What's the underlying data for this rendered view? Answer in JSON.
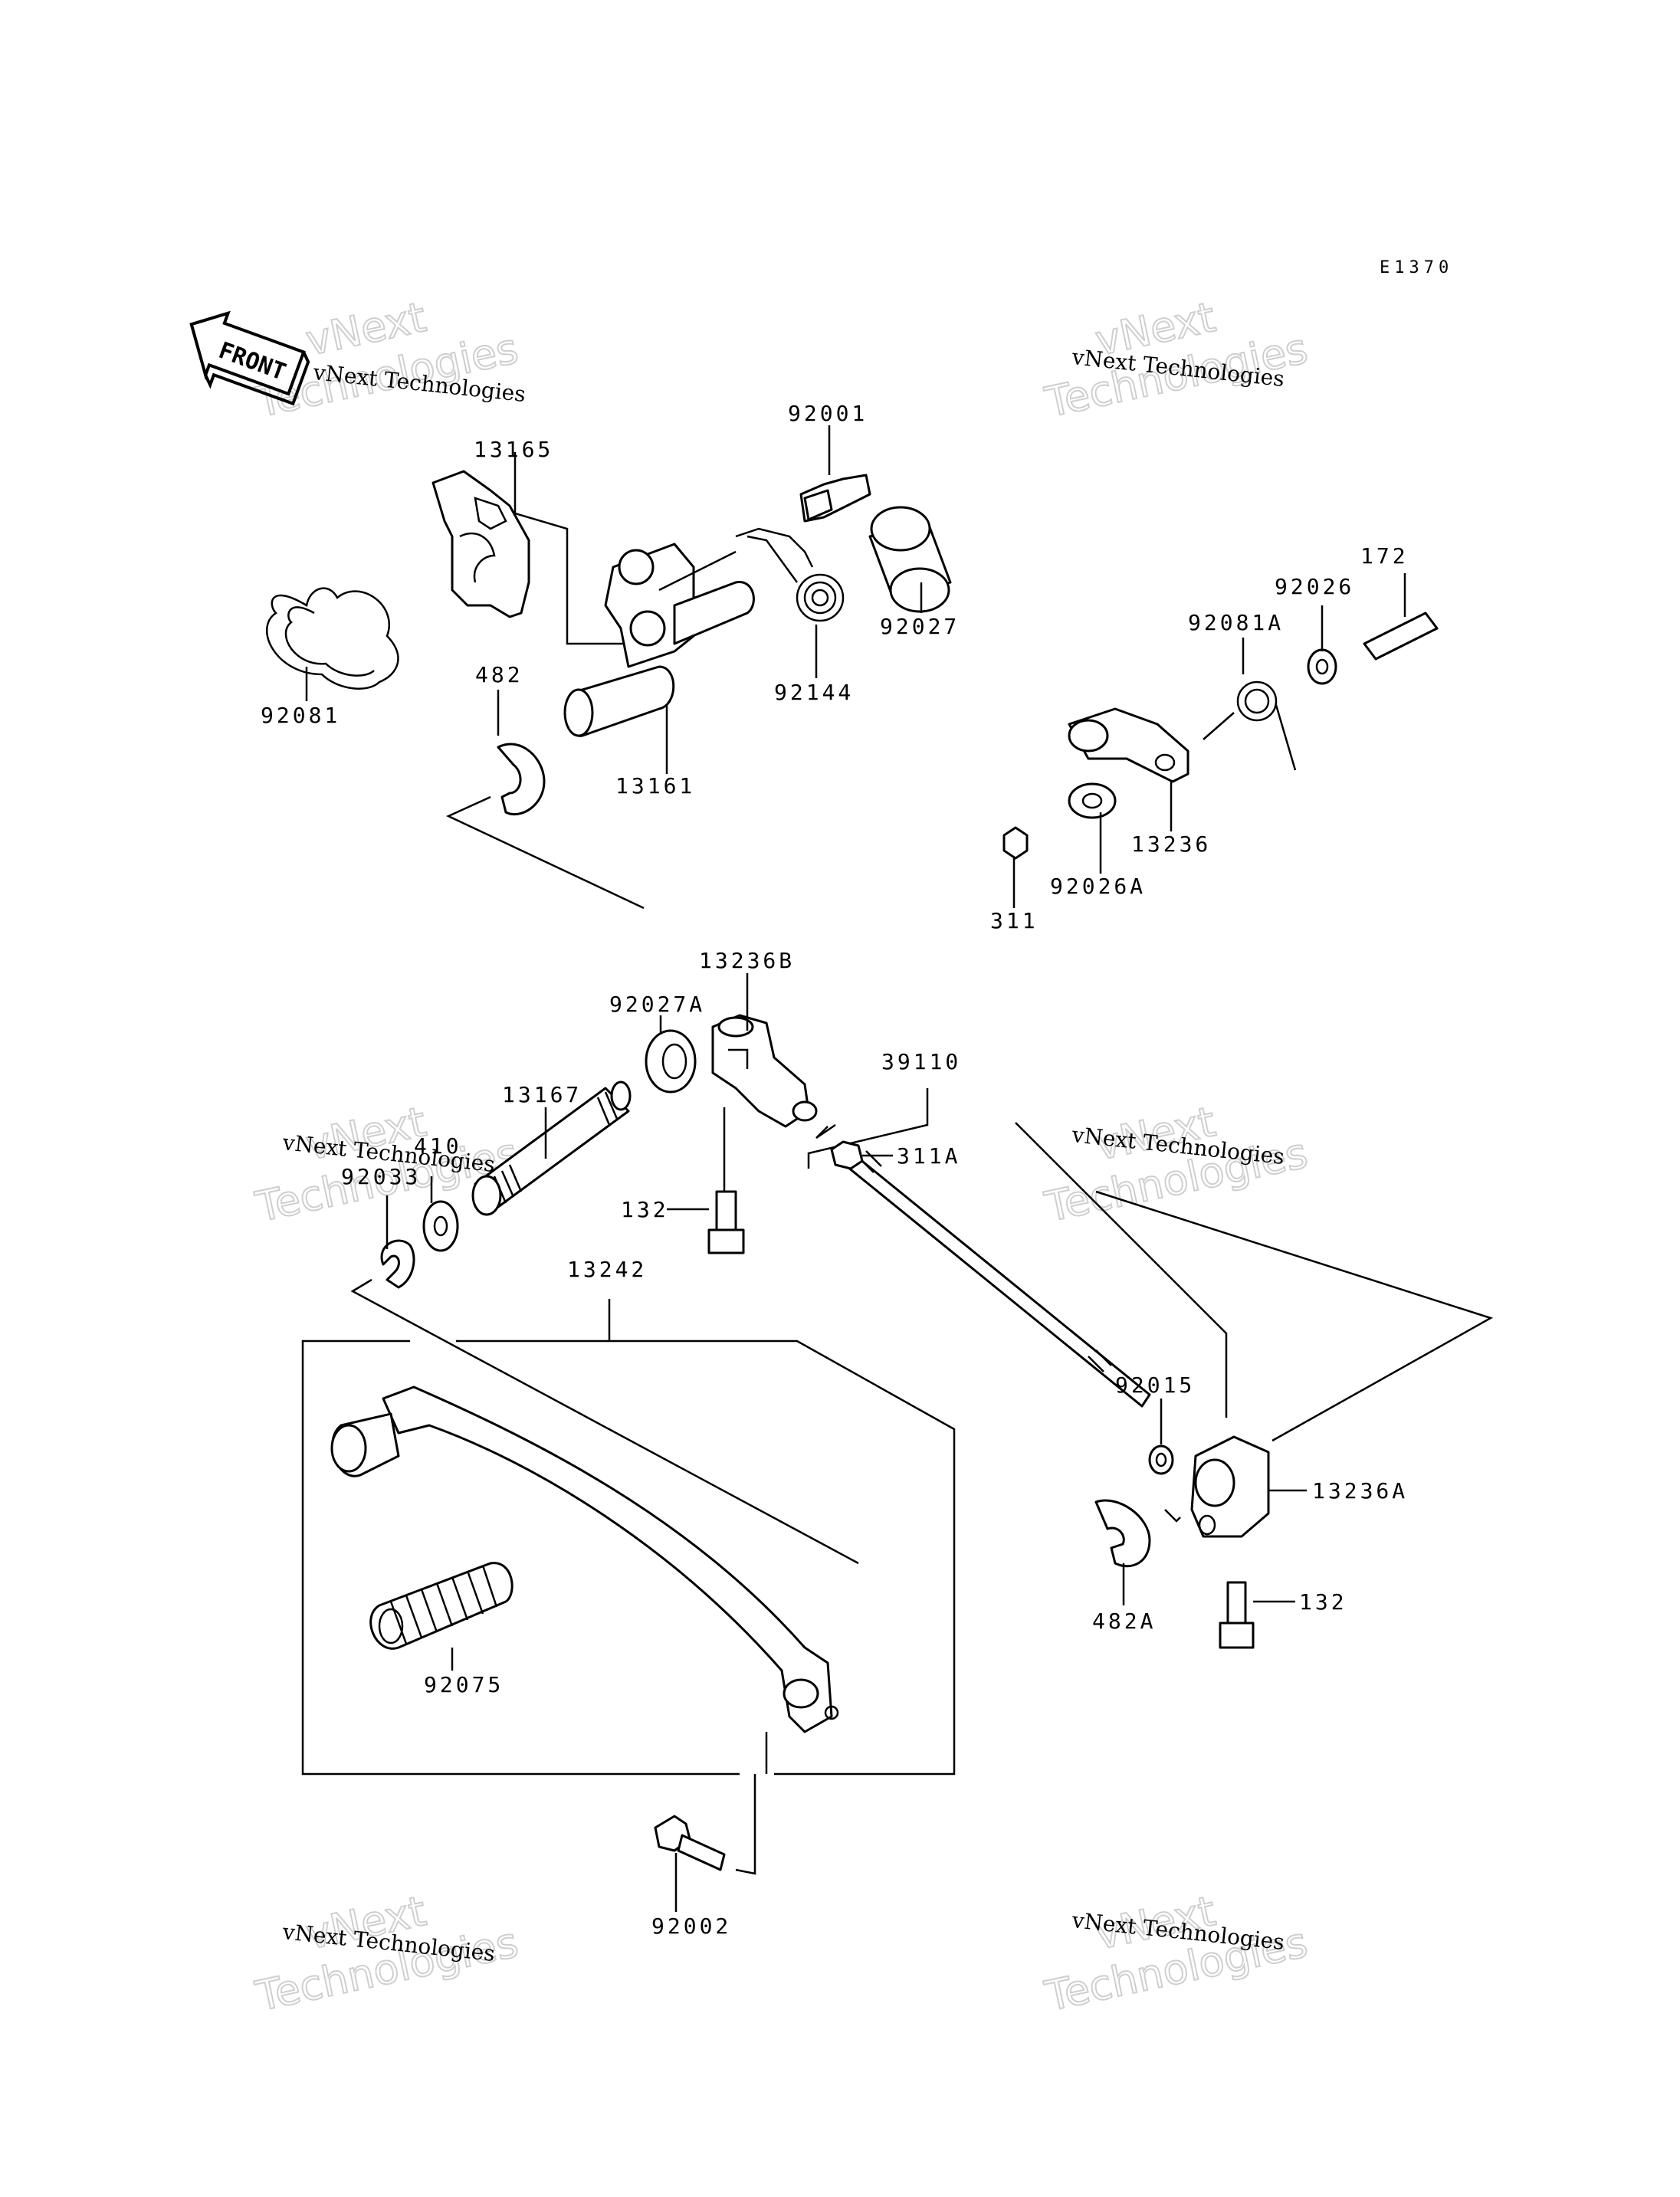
{
  "diagram_code": "E1370",
  "front_label": "FRONT",
  "watermark": {
    "line1": "vNext",
    "line2": "Technologies",
    "small": "vNext Technologies"
  },
  "parts": [
    {
      "id": "p13165",
      "label": "13165"
    },
    {
      "id": "p92001",
      "label": "92001"
    },
    {
      "id": "p92027",
      "label": "92027"
    },
    {
      "id": "p92144",
      "label": "92144"
    },
    {
      "id": "p92081",
      "label": "92081"
    },
    {
      "id": "p482",
      "label": "482"
    },
    {
      "id": "p13161",
      "label": "13161"
    },
    {
      "id": "p172",
      "label": "172"
    },
    {
      "id": "p92026",
      "label": "92026"
    },
    {
      "id": "p92081A",
      "label": "92081A"
    },
    {
      "id": "p13236",
      "label": "13236"
    },
    {
      "id": "p92026A",
      "label": "92026A"
    },
    {
      "id": "p311",
      "label": "311"
    },
    {
      "id": "p13236B",
      "label": "13236B"
    },
    {
      "id": "p92027A",
      "label": "92027A"
    },
    {
      "id": "p39110",
      "label": "39110"
    },
    {
      "id": "p13167",
      "label": "13167"
    },
    {
      "id": "p311A",
      "label": "311A"
    },
    {
      "id": "p410",
      "label": "410"
    },
    {
      "id": "p92033",
      "label": "92033"
    },
    {
      "id": "p132a",
      "label": "132"
    },
    {
      "id": "p13242",
      "label": "13242"
    },
    {
      "id": "p92015",
      "label": "92015"
    },
    {
      "id": "p13236A",
      "label": "13236A"
    },
    {
      "id": "p482A",
      "label": "482A"
    },
    {
      "id": "p132b",
      "label": "132"
    },
    {
      "id": "p92075",
      "label": "92075"
    },
    {
      "id": "p92002",
      "label": "92002"
    }
  ]
}
